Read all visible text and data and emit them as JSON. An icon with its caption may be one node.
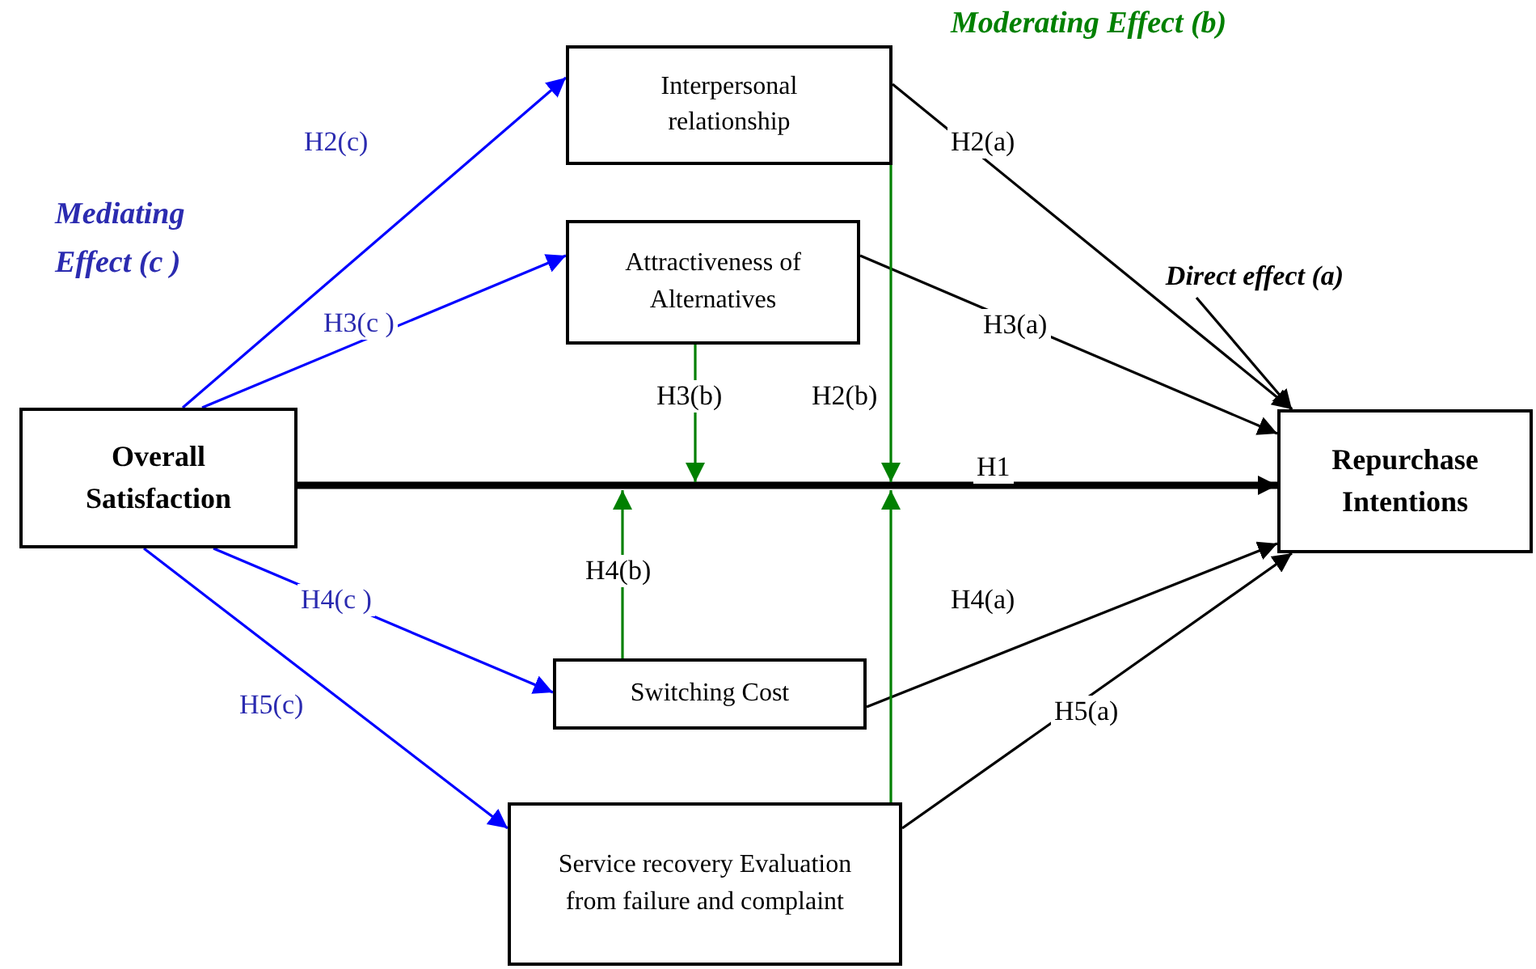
{
  "diagram": {
    "nodes": [
      {
        "text": [
          "Overall Satisfaction"
        ]
      },
      {
        "text": [
          "Interpersonal relationship"
        ]
      },
      {
        "text": [
          "Attractiveness of Alternatives"
        ]
      },
      {
        "text": [
          "Switching Cost"
        ]
      },
      {
        "text": [
          "Service recovery Evaluation from failure and complaint"
        ]
      },
      {
        "text": [
          "Repurchase Intentions"
        ]
      },
      {
        "text": [
          "Direct effect (a)"
        ]
      }
    ],
    "edges": [
      {
        "from": 0,
        "to": 1,
        "arrow": "to",
        "label": "H2(c)",
        "color": "#0000ff"
      },
      {
        "from": 0,
        "to": 2,
        "arrow": "to",
        "label": "H3(c )",
        "color": "#0000ff"
      },
      {
        "from": 0,
        "to": 3,
        "arrow": "to",
        "label": "H4(c )",
        "color": "#0000ff"
      },
      {
        "from": 0,
        "to": 4,
        "arrow": "to",
        "label": "H5(c)",
        "color": "#0000ff"
      },
      {
        "from": 1,
        "to": 5,
        "arrow": "to",
        "label": "H2(a)"
      },
      {
        "from": 2,
        "to": 5,
        "arrow": "to",
        "label": "H3(a)"
      },
      {
        "from": 3,
        "to": 5,
        "arrow": "to",
        "label": "H4(a)"
      },
      {
        "from": 4,
        "to": 5,
        "arrow": "to",
        "label": "H5(a)"
      },
      {
        "from": 0,
        "to": 5,
        "arrow": "to",
        "label": "H1",
        "style": "thick"
      },
      {
        "from": 2,
        "to": null,
        "arrow": "to",
        "label": "H3(b)",
        "color": "#008000"
      },
      {
        "from": 1,
        "to": null,
        "arrow": "to",
        "label": "H2(b)",
        "color": "#008000"
      },
      {
        "from": 3,
        "to": null,
        "arrow": "to",
        "label": "H4(b)",
        "color": "#008000"
      },
      {
        "from": 4,
        "to": null,
        "arrow": "to",
        "color": "#008000"
      },
      {
        "from": 6,
        "to": 5,
        "arrow": "to"
      }
    ],
    "labels": [
      "Moderating Effect (b)",
      "Mediating Effect (c )"
    ]
  }
}
